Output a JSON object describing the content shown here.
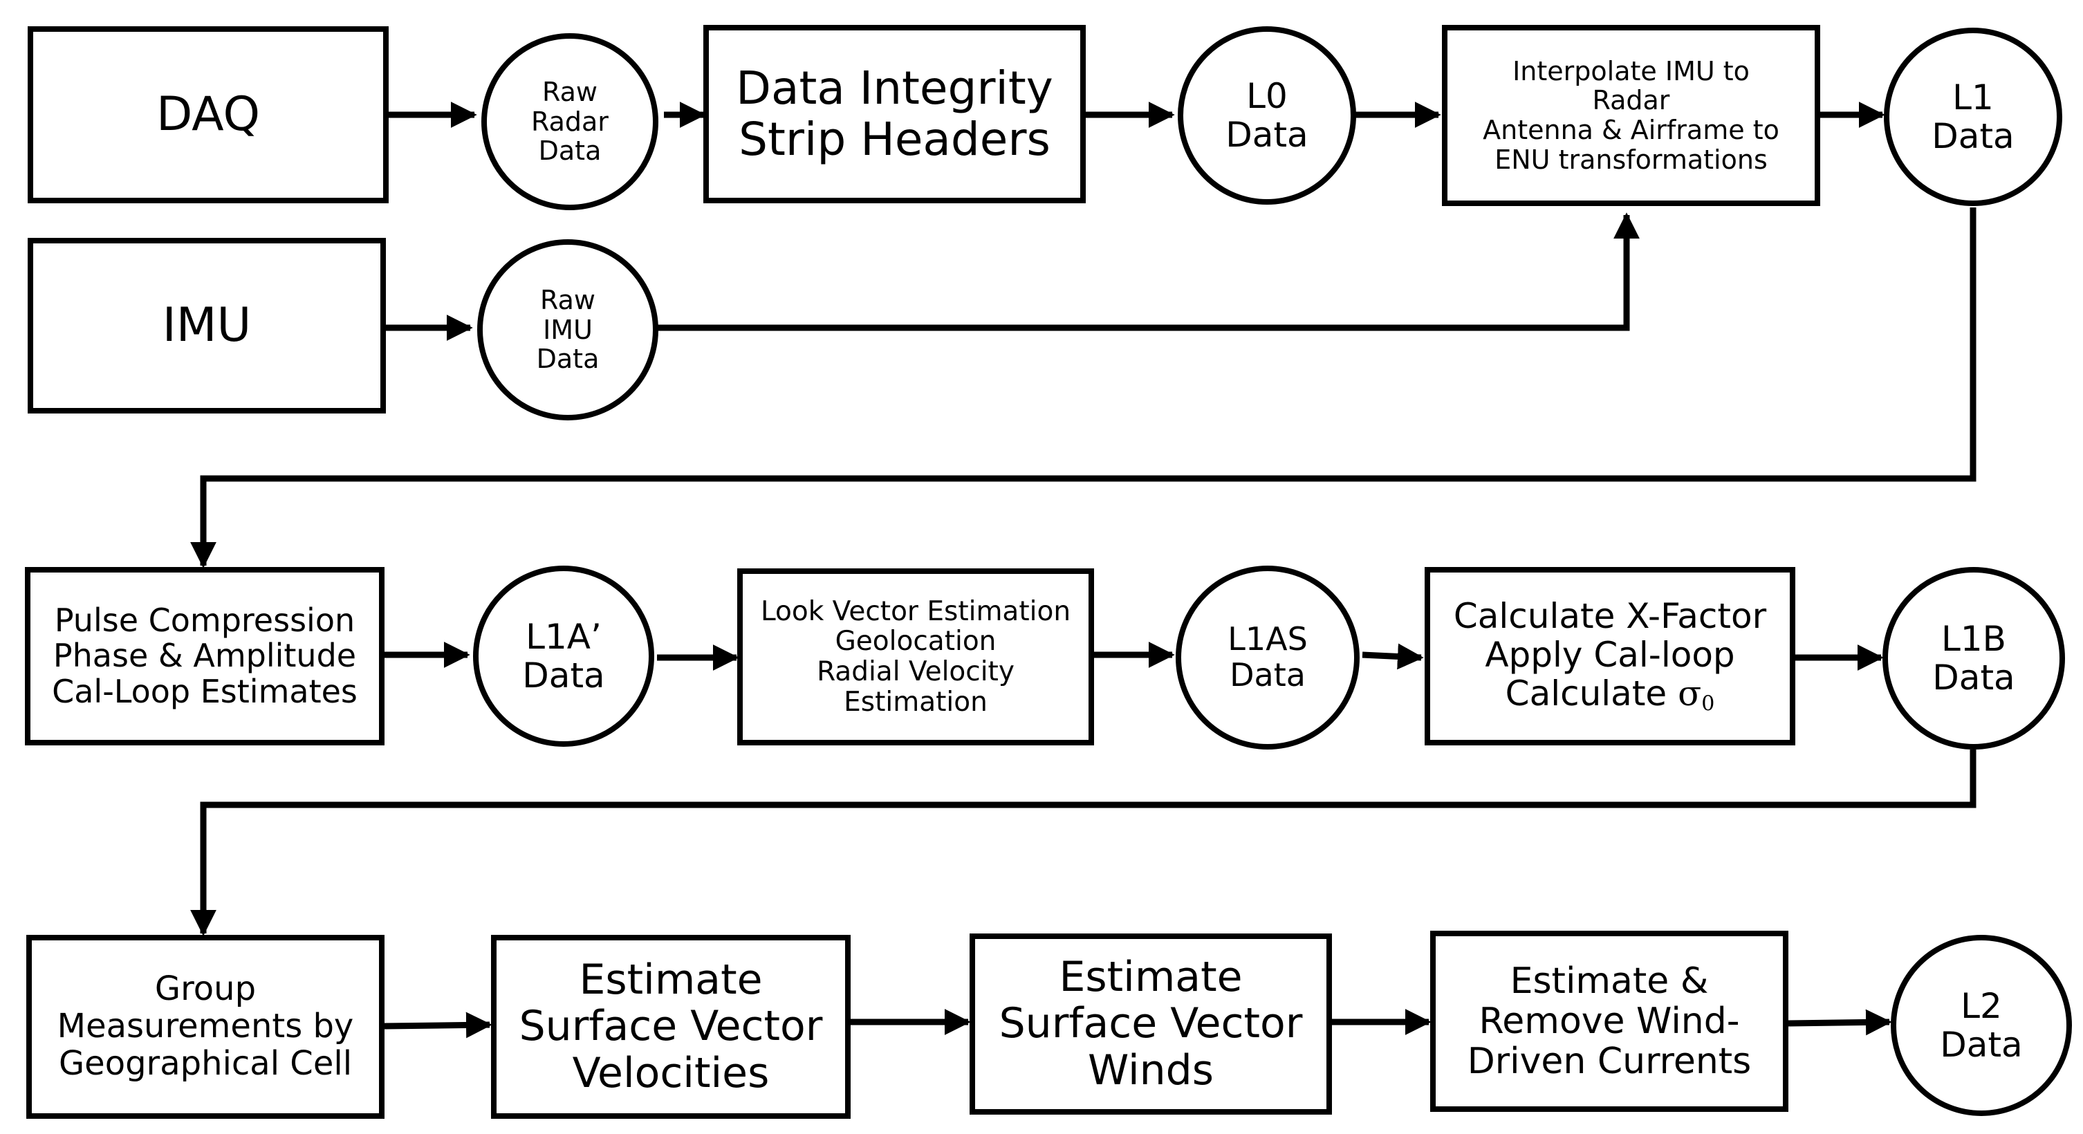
{
  "nodes": {
    "daq": {
      "lines": [
        "DAQ"
      ]
    },
    "imu": {
      "lines": [
        "IMU"
      ]
    },
    "raw_radar": {
      "lines": [
        "Raw",
        "Radar",
        "Data"
      ]
    },
    "raw_imu": {
      "lines": [
        "Raw",
        "IMU",
        "Data"
      ]
    },
    "integrity": {
      "lines": [
        "Data Integrity",
        "Strip Headers"
      ]
    },
    "l0": {
      "lines": [
        "L0",
        "Data"
      ]
    },
    "interp": {
      "lines": [
        "Interpolate IMU to",
        "Radar",
        "Antenna & Airframe to",
        "ENU transformations"
      ]
    },
    "l1": {
      "lines": [
        "L1",
        "Data"
      ]
    },
    "pulse": {
      "lines": [
        "Pulse Compression",
        "Phase & Amplitude",
        "Cal-Loop Estimates"
      ]
    },
    "l1a": {
      "lines": [
        "L1A’",
        "Data"
      ]
    },
    "look": {
      "lines": [
        "Look Vector Estimation",
        "Geolocation",
        "Radial Velocity",
        "Estimation"
      ]
    },
    "l1as": {
      "lines": [
        "L1AS",
        "Data"
      ]
    },
    "xfactor": {
      "lines": [
        "Calculate X-Factor",
        "Apply Cal-loop"
      ],
      "sigma_line": {
        "prefix": "Calculate ",
        "symbol": "σ",
        "subscript": "0"
      }
    },
    "l1b": {
      "lines": [
        "L1B",
        "Data"
      ]
    },
    "group": {
      "lines": [
        "Group",
        "Measurements by",
        "Geographical Cell"
      ]
    },
    "velocities": {
      "lines": [
        "Estimate",
        "Surface Vector",
        "Velocities"
      ]
    },
    "winds": {
      "lines": [
        "Estimate",
        "Surface Vector",
        "Winds"
      ]
    },
    "currents": {
      "lines": [
        "Estimate &",
        "Remove Wind-",
        "Driven Currents"
      ]
    },
    "l2": {
      "lines": [
        "L2",
        "Data"
      ]
    }
  },
  "colors": {
    "stroke": "#000000",
    "fill": "#ffffff",
    "text": "#000000"
  }
}
